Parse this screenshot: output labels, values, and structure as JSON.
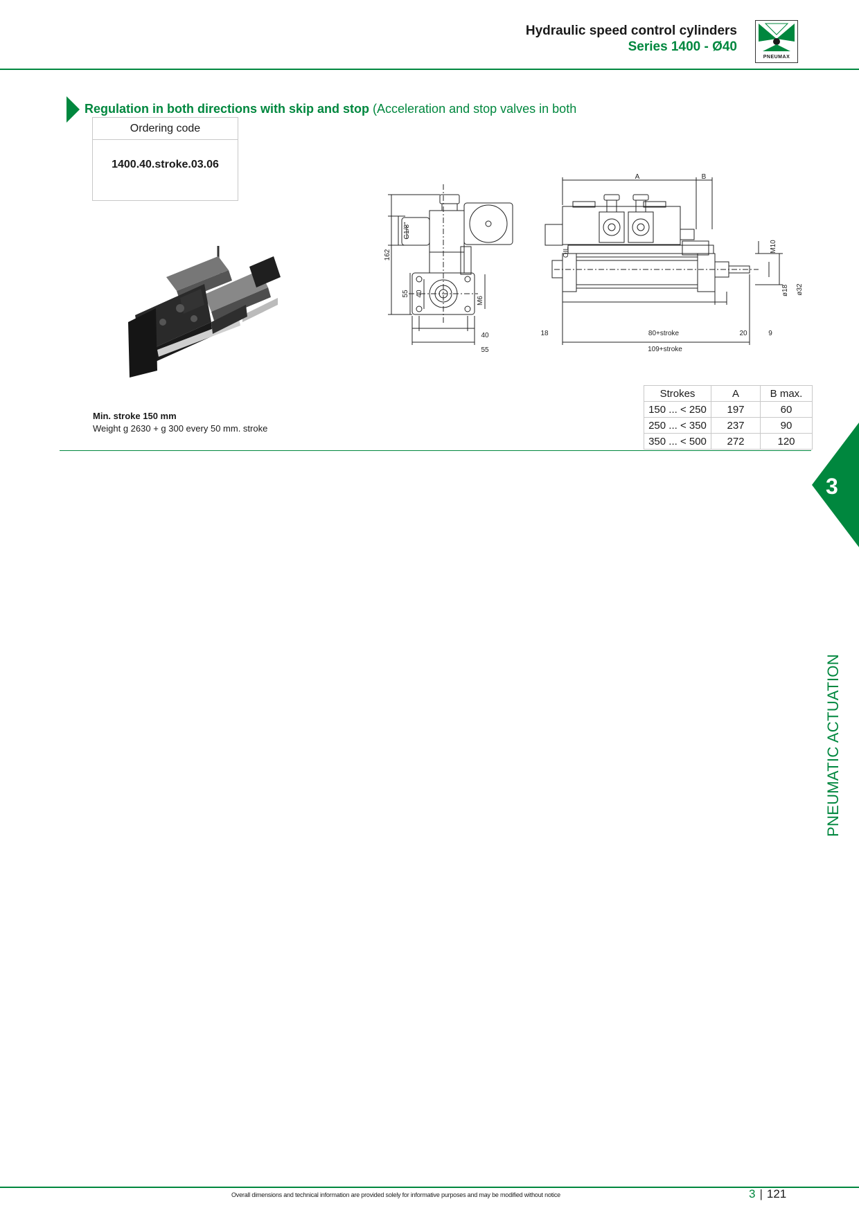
{
  "header": {
    "title": "Hydraulic speed control cylinders",
    "subtitle": "Series 1400 - Ø40",
    "logo_text": "PNEUMAX"
  },
  "section": {
    "title_bold": "Regulation in both directions with skip and stop",
    "title_normal": "(Acceleration and stop valves in both"
  },
  "ordering": {
    "header": "Ordering code",
    "code": "1400.40.stroke.03.06"
  },
  "drawing": {
    "labels": {
      "a": "A",
      "b": "B",
      "g18": "G1/8\"",
      "d162": "162",
      "d55v": "55",
      "d40v": "40",
      "m6": "M6",
      "oil": "OIL",
      "m10": "M10",
      "o18": "ø18",
      "o32": "ø32",
      "d40h": "40",
      "d55h": "55",
      "d18": "18",
      "stroke80": "80+stroke",
      "d20": "20",
      "d9": "9",
      "stroke109": "109+stroke"
    }
  },
  "notes": {
    "min_stroke": "Min. stroke 150 mm",
    "weight": "Weight g 2630 + g 300 every 50 mm. stroke"
  },
  "strokes_table": {
    "headers": [
      "Strokes",
      "A",
      "B max."
    ],
    "rows": [
      [
        "150 ... < 250",
        "197",
        "60"
      ],
      [
        "250 ... < 350",
        "237",
        "90"
      ],
      [
        "350 ... < 500",
        "272",
        "120"
      ]
    ]
  },
  "sidebar": {
    "number": "3",
    "label": "PNEUMATIC ACTUATION"
  },
  "footer": {
    "disclaimer": "Overall dimensions and technical information are provided solely for informative purposes and may be modified without notice",
    "chapter": "3",
    "page": "121"
  },
  "colors": {
    "brand": "#00873e",
    "text": "#1a1a1a",
    "rule": "#00873e"
  }
}
